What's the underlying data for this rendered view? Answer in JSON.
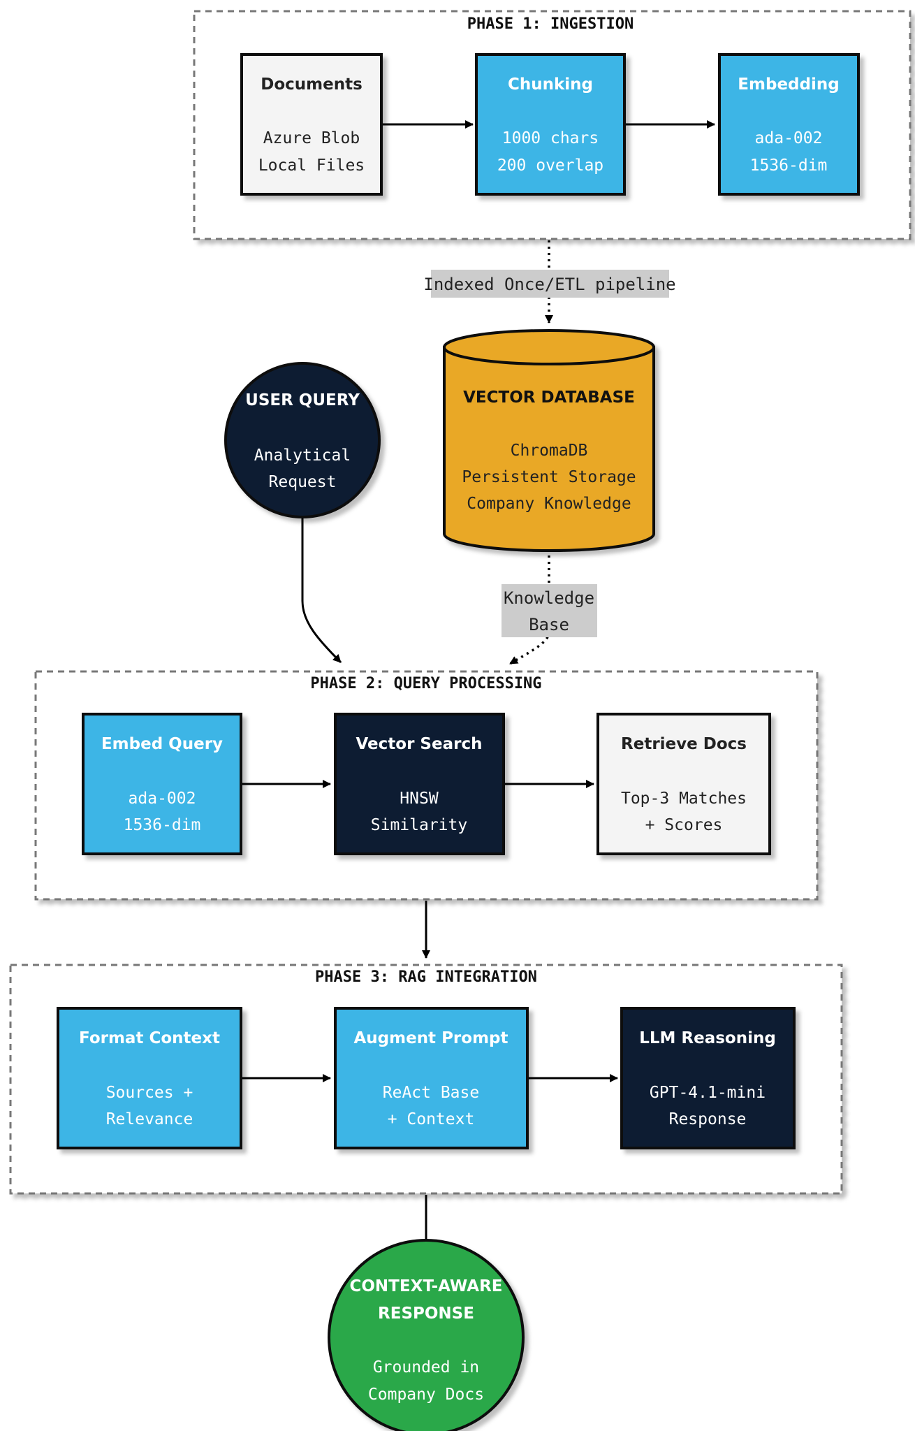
{
  "colors": {
    "blue": "#3db5e6",
    "navy": "#0e1f33",
    "light": "#f4f4f4",
    "orange": "#e9a825",
    "green": "#2aa84a",
    "border": "#0a0a0a",
    "cluster_border": "#777777",
    "label_bg": "#cccccc"
  },
  "phase1": {
    "title": "PHASE 1: INGESTION",
    "documents": {
      "title": "Documents",
      "line1": "Azure Blob",
      "line2": "Local Files"
    },
    "chunking": {
      "title": "Chunking",
      "line1": "1000 chars",
      "line2": "200 overlap"
    },
    "embedding": {
      "title": "Embedding",
      "line1": "ada-002",
      "line2": "1536-dim"
    }
  },
  "edge_indexed": {
    "label": "Indexed Once/ETL pipeline"
  },
  "vector_db": {
    "title": "VECTOR DATABASE",
    "line1": "ChromaDB",
    "line2": "Persistent Storage",
    "line3": "Company Knowledge"
  },
  "user_query": {
    "title": "USER QUERY",
    "line1": "Analytical",
    "line2": "Request"
  },
  "edge_knowledge": {
    "line1": "Knowledge",
    "line2": "Base"
  },
  "phase2": {
    "title": "PHASE 2: QUERY PROCESSING",
    "embed_query": {
      "title": "Embed Query",
      "line1": "ada-002",
      "line2": "1536-dim"
    },
    "vector_search": {
      "title": "Vector Search",
      "line1": "HNSW",
      "line2": "Similarity"
    },
    "retrieve_docs": {
      "title": "Retrieve Docs",
      "line1": "Top-3 Matches",
      "line2": "+ Scores"
    }
  },
  "phase3": {
    "title": "PHASE 3: RAG INTEGRATION",
    "format_context": {
      "title": "Format Context",
      "line1": "Sources +",
      "line2": "Relevance"
    },
    "augment_prompt": {
      "title": "Augment Prompt",
      "line1": "ReAct Base",
      "line2": "+ Context"
    },
    "llm_reasoning": {
      "title": "LLM Reasoning",
      "line1": "GPT-4.1-mini",
      "line2": "Response"
    }
  },
  "response": {
    "title1": "CONTEXT-AWARE",
    "title2": "RESPONSE",
    "line1": "Grounded in",
    "line2": "Company Docs"
  }
}
